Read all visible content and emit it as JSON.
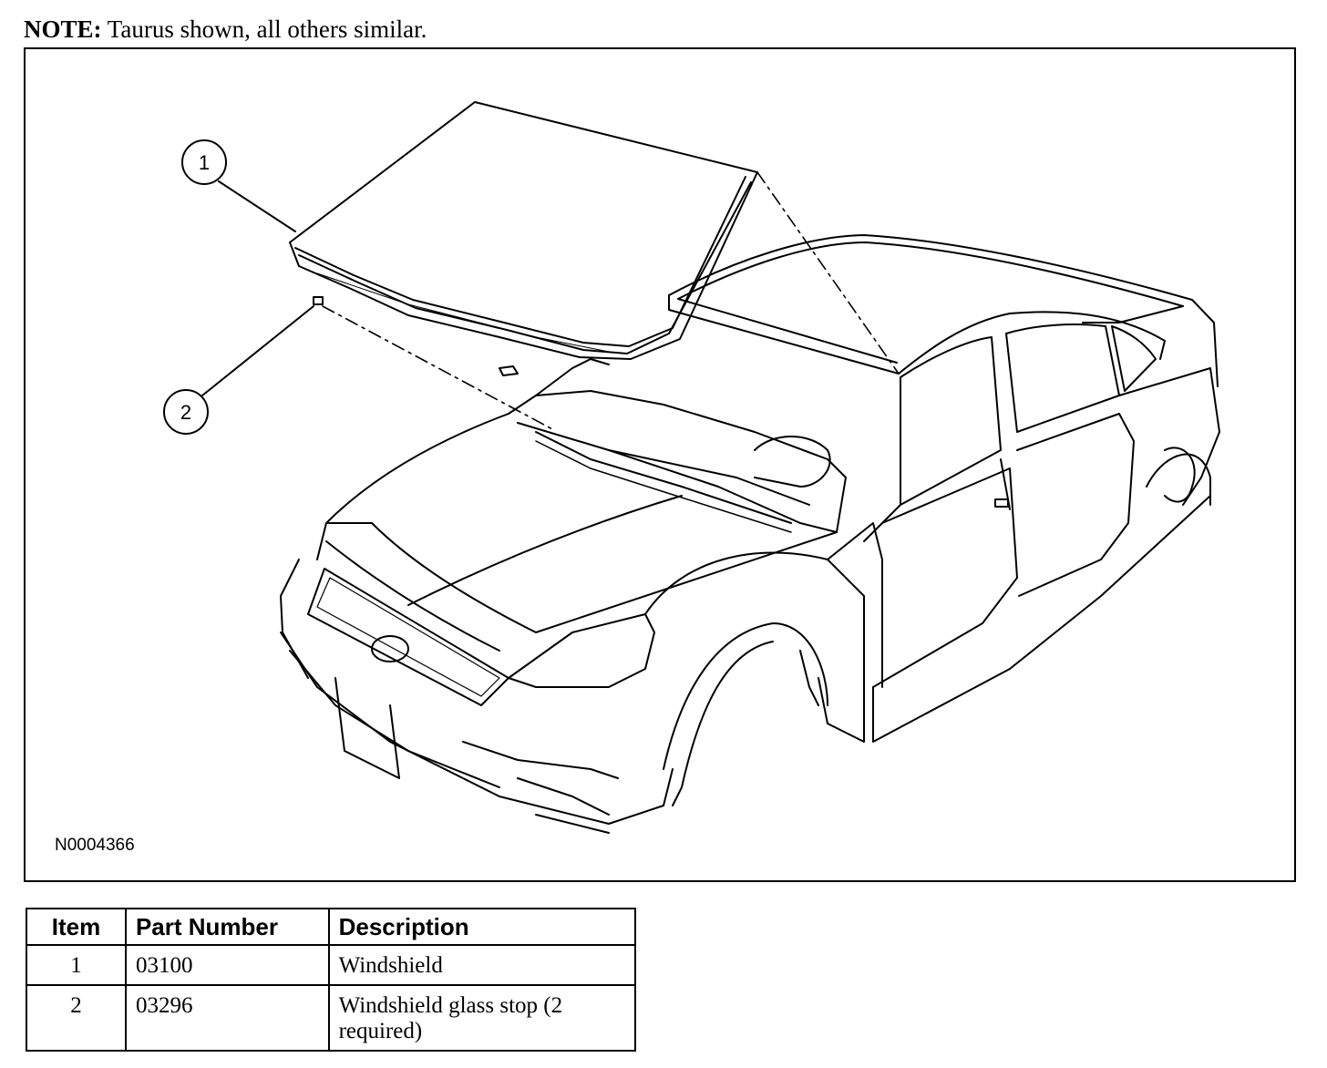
{
  "note": {
    "label": "NOTE:",
    "text": " Taurus shown, all others similar."
  },
  "figure": {
    "id": "N0004366",
    "callouts": [
      "1",
      "2"
    ]
  },
  "table": {
    "headers": {
      "item": "Item",
      "part_number": "Part Number",
      "description": "Description"
    },
    "rows": [
      {
        "item": "1",
        "part_number": "03100",
        "description": "Windshield"
      },
      {
        "item": "2",
        "part_number": "03296",
        "description": "Windshield glass stop (2 required)"
      }
    ]
  }
}
